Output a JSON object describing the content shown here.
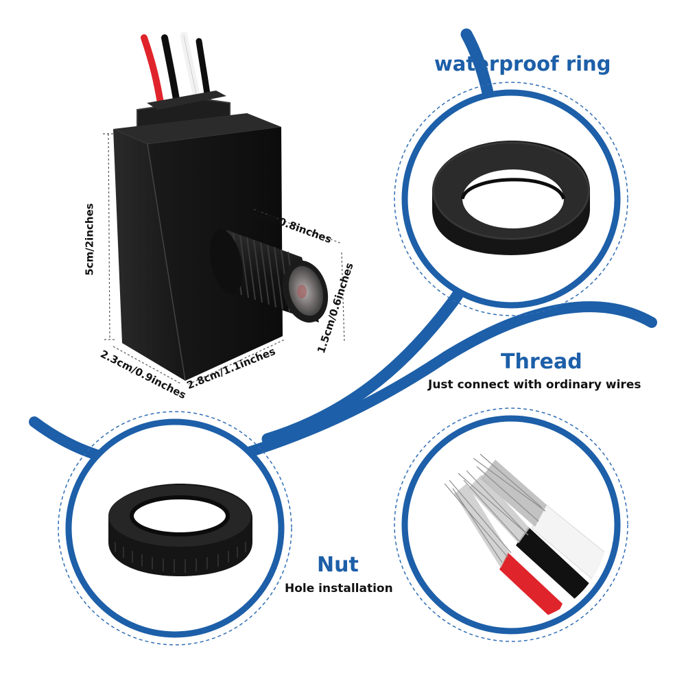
{
  "colors": {
    "accent_blue": "#1d5fa8",
    "dashed_ring": "#2f6db5",
    "product_black": "#141414",
    "wire_red": "#e0242b",
    "wire_white": "#f2f2f2"
  },
  "callouts": {
    "waterproof_ring": {
      "title": "waterproof ring"
    },
    "thread": {
      "title": "Thread",
      "subtitle": "Just connect with ordinary wires"
    },
    "nut": {
      "title": "Nut",
      "subtitle": "Hole installation"
    }
  },
  "dimensions": {
    "height": "5cm/2inches",
    "depth": "2.3cm/0.9inches",
    "width": "2.8cm/1.1inches",
    "thread_length": "2cm/0.8inches",
    "thread_diameter": "1.5cm/0.6inches"
  }
}
